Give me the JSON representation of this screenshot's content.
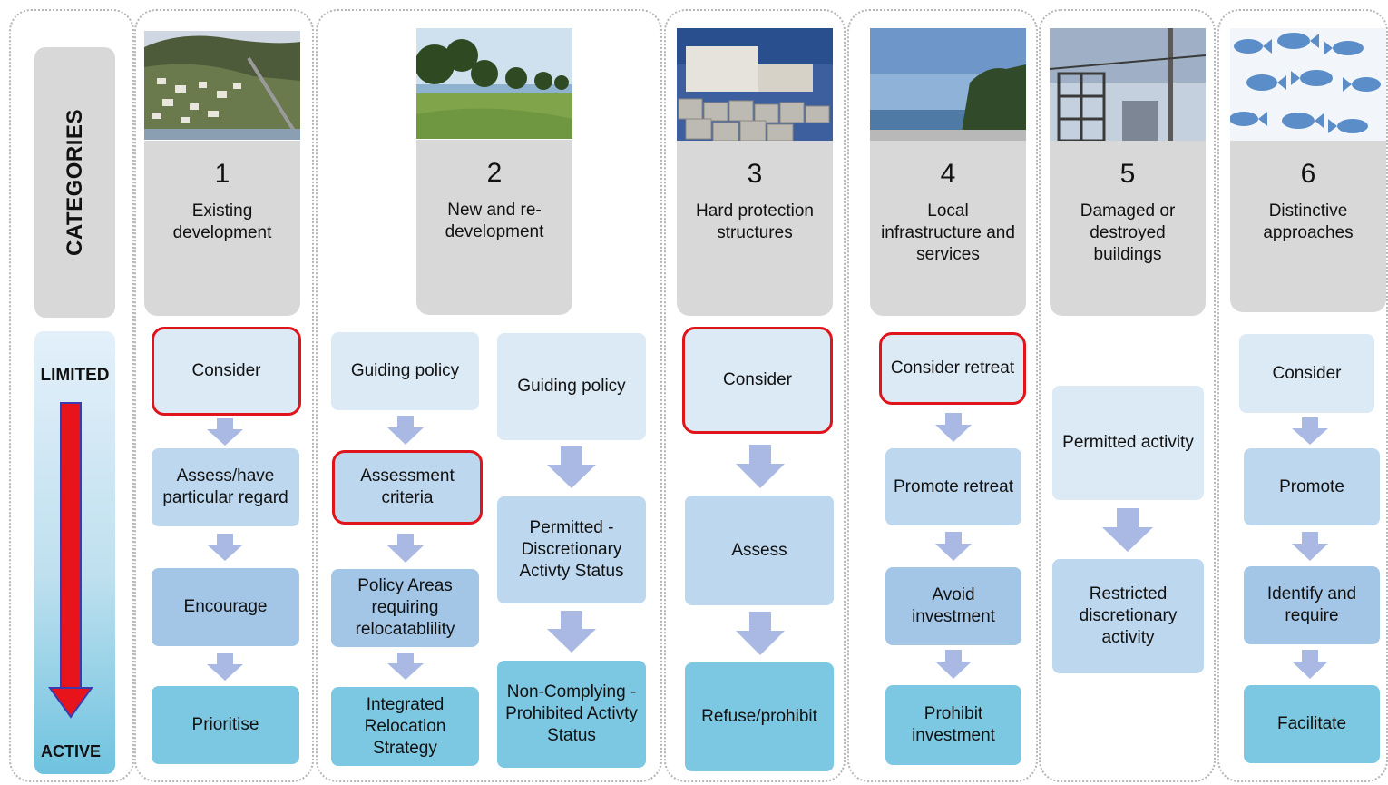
{
  "axis": {
    "title": "CATEGORIES",
    "top_label": "LIMITED",
    "bottom_label": "ACTIVE"
  },
  "categories": [
    {
      "number": "1",
      "name": "Existing development",
      "steps": [
        "Consider",
        "Assess/have particular regard",
        "Encourage",
        "Prioritise"
      ]
    },
    {
      "number": "2",
      "name": "New and re-development",
      "left_steps": [
        "Guiding policy",
        "Assessment criteria",
        "Policy Areas requiring relocatablility",
        "Integrated Relocation Strategy"
      ],
      "right_steps": [
        "Guiding policy",
        "Permitted - Discretionary Activty Status",
        "Non-Complying - Prohibited Activty Status"
      ]
    },
    {
      "number": "3",
      "name": "Hard protection structures",
      "steps": [
        "Consider",
        "Assess",
        "Refuse/prohibit"
      ]
    },
    {
      "number": "4",
      "name": "Local infrastructure and services",
      "steps": [
        "Consider retreat",
        "Promote retreat",
        "Avoid investment",
        "Prohibit investment"
      ]
    },
    {
      "number": "5",
      "name": "Damaged or destroyed buildings",
      "steps": [
        "Permitted activity",
        "Restricted discretionary activity"
      ]
    },
    {
      "number": "6",
      "name": "Distinctive approaches",
      "steps": [
        "Consider",
        "Promote",
        "Identify and require",
        "Facilitate"
      ]
    }
  ],
  "colors": {
    "highlight": "#e0141b",
    "header_gray": "#d8d8d8",
    "arrow_blue": "#a9b9e3",
    "active_arrow": "#e8141b"
  }
}
